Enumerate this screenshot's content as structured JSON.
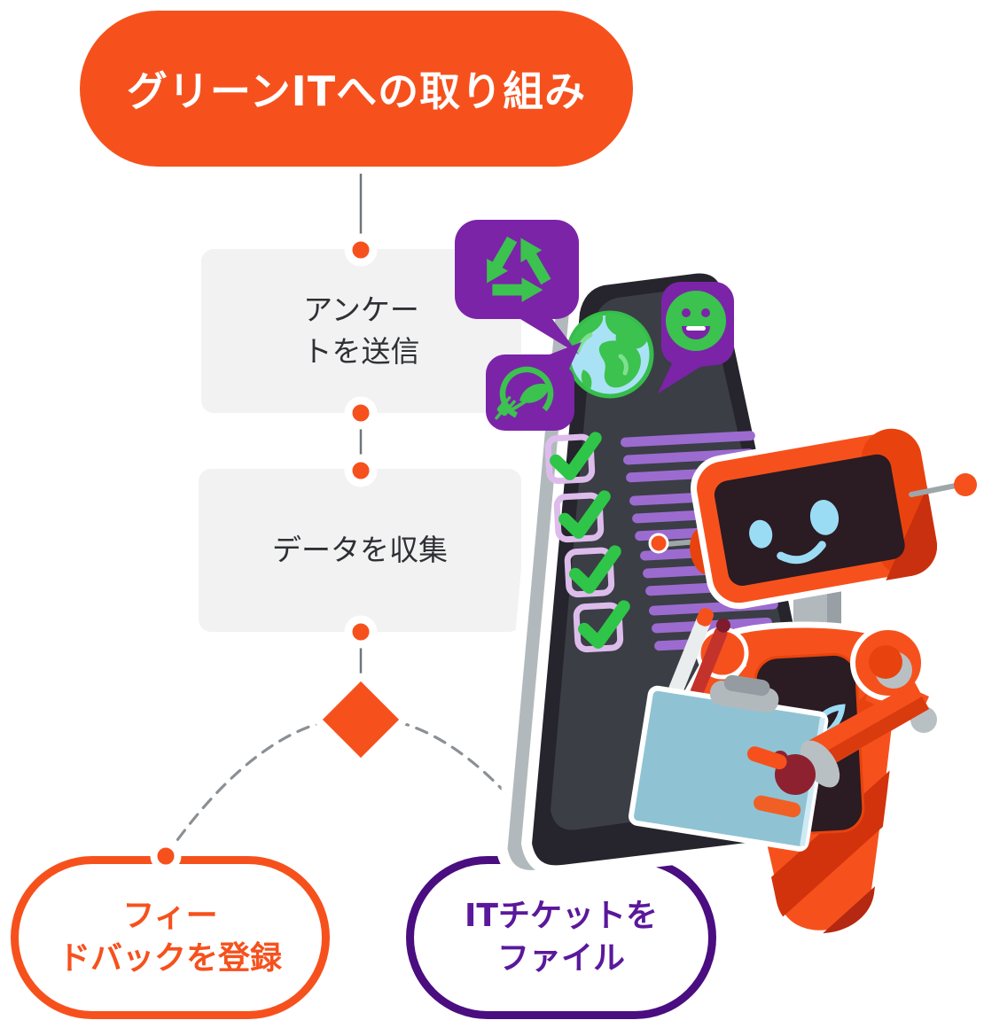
{
  "title": {
    "label": "グリーンITへの取り組み"
  },
  "flow": {
    "steps": [
      {
        "id": "send-survey",
        "full": "アンケートを送信",
        "lines": [
          "アンケー",
          "トを送信"
        ]
      },
      {
        "id": "collect-data",
        "full": "データを収集",
        "lines": [
          "データを収集"
        ]
      }
    ],
    "branches": [
      {
        "id": "register-feedback",
        "full": "フィードバックを登録",
        "lines": [
          "フィー",
          "ドバックを登録"
        ],
        "color": "#f6511d"
      },
      {
        "id": "file-it-ticket",
        "full": "ITチケットをファイル",
        "lines": [
          "ITチケットを",
          "ファイル"
        ],
        "color": "#4a0e80"
      }
    ],
    "connector_style": "solid line between steps, dashed arc to branches, orange diamond decision marker"
  },
  "icons": {
    "bubbles": [
      "recycle-icon",
      "smiley-icon",
      "eco-plug-icon"
    ],
    "illustration": [
      "earth-icon",
      "phone-checklist",
      "checkbox-check-icon",
      "robot",
      "clipboard-icon",
      "pen-icon",
      "sprout-icon",
      "antenna-icon"
    ]
  },
  "colors": {
    "orange": "#f6511d",
    "orange_dark": "#e8430e",
    "red_accent": "#c9300f",
    "purple_deep": "#4a0e80",
    "purple_text": "#5a189b",
    "purple_bubble": "#7b24a8",
    "green": "#3cc24e",
    "check_green": "#2fc548",
    "lavender_checkbox": "#ddbcec",
    "purple_lines": "#9c6bd0",
    "box_grey": "#f2f2f3",
    "phone_dark": "#26242c",
    "screen_grey": "#3b3e45",
    "metal_grey": "#b2b9bd",
    "blue_light": "#9bdcf5",
    "clipboard_blue": "#8fc3d4",
    "connector_grey": "#6e7477",
    "dash_grey": "#8a9095"
  }
}
